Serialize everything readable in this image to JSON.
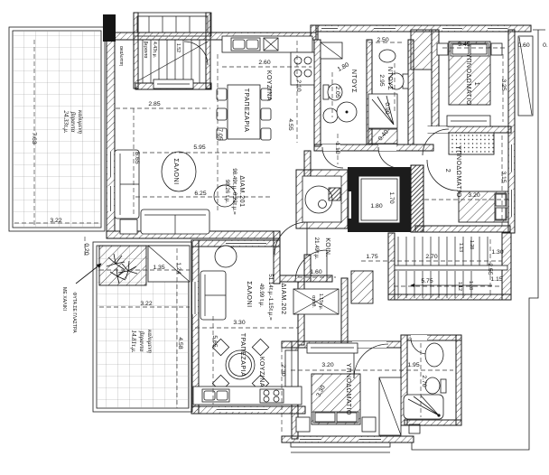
{
  "plan": {
    "a201": {
      "name": "ΔΙΑΜ.201",
      "formula": "98.49τ.μ.-0.23τ.μ.=",
      "total": "98.26 τ.μ.",
      "living": "ΣΑΛΟΝΙ",
      "dining": "ΤΡΑΠΕΖΑΡΙΑ",
      "kitchen": "ΚΟΥΖΙΝΑ",
      "shower_a": "ΝΤΟΥΣ",
      "shower_b": "ΝΤΟΥΣ",
      "bedroom1": "ΥΠΝΟΔΩΜΑΤΙΟ",
      "bedroom1_no": "1",
      "bedroom2": "ΥΠΝΟΔΩΜΑΤΙΟ",
      "bedroom2_no": "2"
    },
    "a202": {
      "name": "ΔΙΑΜ.202",
      "formula": "51.14τ.μ.-1.15τ.μ.=",
      "total": "49.99 τ.μ.",
      "living": "ΣΑΛΟΝΙ",
      "dining": "ΤΡΑΠΕΖΑΡΙΑ",
      "kitchen": "ΚΟΥΖΙΝΑ",
      "bedroom": "ΥΠΝΟΔΩΜΑΤΙΟ",
      "storage": "αποθ.",
      "storage_area": "1.15τ.μ."
    },
    "common": {
      "name": "ΚΟΙΝ.",
      "area": "21.49τ.μ."
    },
    "verandas": {
      "nw1": "καλυμενη",
      "nw2": "βεραντα",
      "nw_area": "24.33τ.μ.",
      "sw1": "καλυμενη",
      "sw2": "βεραντα",
      "sw_area": "14.81τ.μ.",
      "top1": "ακαλυπτη",
      "top2": "βεραντα",
      "top_area": "4.43τ.μ."
    },
    "notes": {
      "plants1": "ΦΥΤΑ ΣΕ ΓΛΑΣΤΡΑ",
      "plants2": "ΜΕ ΧΑΛΙΚΙ"
    },
    "dims": {
      "d763": "7.63",
      "d322a": "3.22",
      "d020": "0.20",
      "d285": "2.85",
      "d595": "5.95",
      "d705": "7.05",
      "d625": "6.25",
      "d565a": "5.65",
      "d260": "2.60",
      "d210": "2.10",
      "d455": "4.55",
      "d250": "2.50",
      "d180a": "1.80",
      "d205": "2.05",
      "d295": "2.95",
      "d090": "0.90",
      "d040": "0.40",
      "d110": "1.10",
      "d345": "3.45",
      "d325": "3.25",
      "d060": "0.60",
      "d0edge": "0.",
      "d170": "1.70",
      "d180b": "1.80",
      "d320a": "3.20",
      "d315": "3.15",
      "d160": "1.60",
      "d175": "1.75",
      "d270a": "2.70",
      "d130": "1.30",
      "d255": "2.55",
      "d575": "5.75",
      "d115": "1.15",
      "d128a": "1.28",
      "d113": "1.13",
      "d128b": "1.28",
      "d112": "1.12",
      "d135": "1.35",
      "d124": "1.24",
      "d322b": "3.22",
      "d458": "4.58",
      "d330a": "3.30",
      "d565b": "5.65",
      "d230": "2.30",
      "d320b": "3.20",
      "d330b": "3.30",
      "d195": "1.95",
      "d270b": "2.70",
      "d152": "1.52"
    }
  }
}
